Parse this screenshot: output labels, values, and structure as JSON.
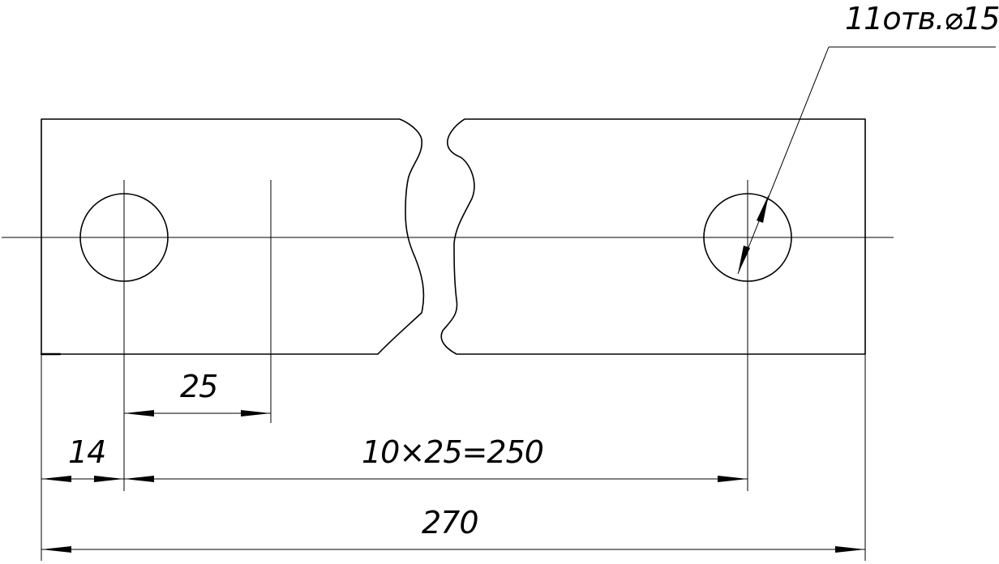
{
  "annotations": {
    "hole_callout": "11отв.⌀15",
    "dim_pitch": "25",
    "dim_edge": "14",
    "dim_chain": "10×25=250",
    "dim_total": "270"
  },
  "colors": {
    "line": "#000000",
    "background": "#ffffff"
  }
}
